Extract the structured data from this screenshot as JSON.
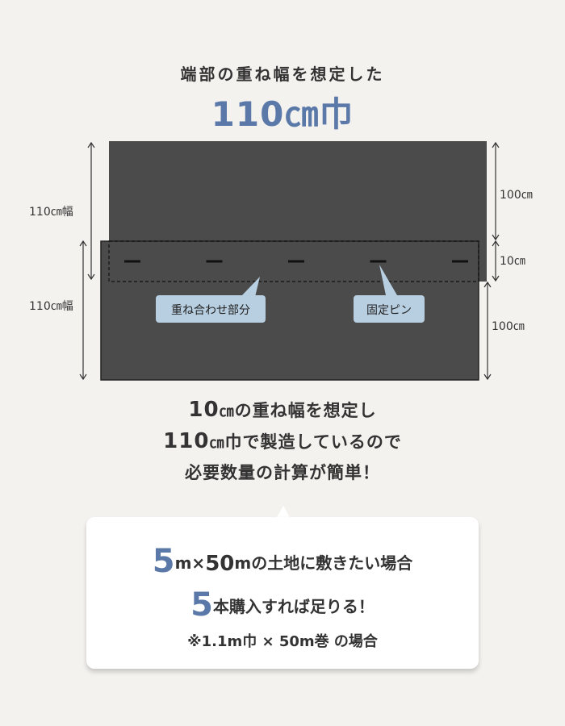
{
  "header": {
    "subtitle": "端部の重ね幅を想定した",
    "title": "110㎝巾"
  },
  "diagram": {
    "left_top_label": "110㎝幅",
    "left_bottom_label": "110㎝幅",
    "right_top_label": "100㎝",
    "right_mid_label": "10㎝",
    "right_bottom_label": "100㎝",
    "overlap_label": "重ね合わせ部分",
    "pin_label": "固定ピン",
    "pin_count": 5,
    "colors": {
      "sheet": "#4b4b4b",
      "tag": "#b8cfe1",
      "accent": "#5b79a8"
    }
  },
  "explanation": {
    "line1_num": "10",
    "line1_unit": "㎝",
    "line1_text": "の重ね幅を想定し",
    "line2_num": "110",
    "line2_unit": "㎝",
    "line2_text": "巾で製造しているので",
    "line3": "必要数量の計算が簡単！"
  },
  "example": {
    "a_num": "5",
    "a_unit": "m×",
    "b_num": "50",
    "b_unit": "m",
    "line1_text": "の土地に敷きたい場合",
    "count": "5",
    "line2_text": "本購入すれば足りる！",
    "note": "※1.1m巾 × 50m巻 の場合"
  }
}
